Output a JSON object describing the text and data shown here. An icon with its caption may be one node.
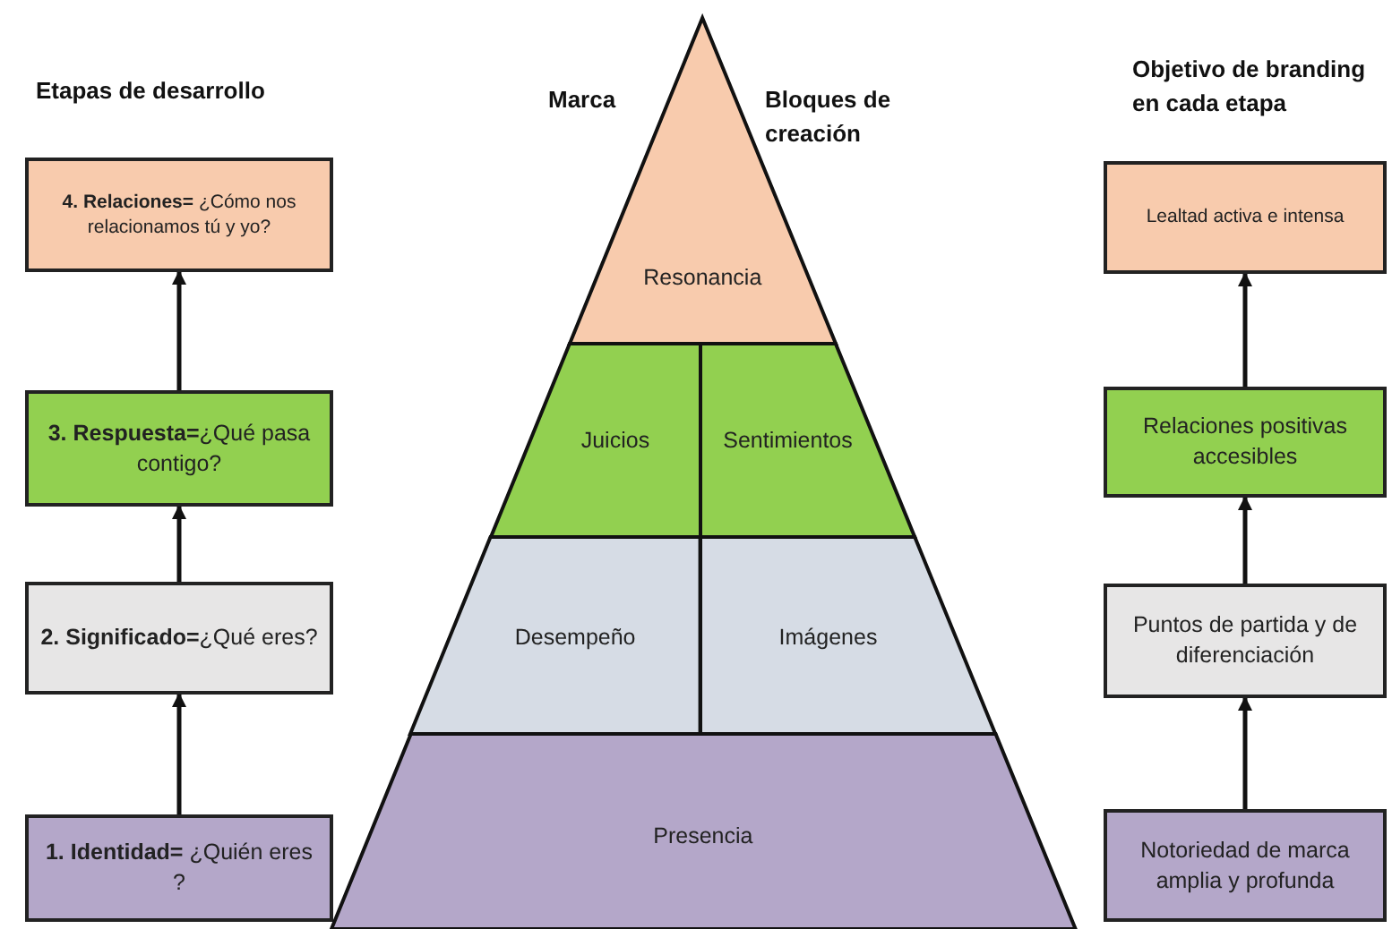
{
  "diagram": {
    "nodes": [
      {
        "text": [
          "**4. Relaciones=** ¿Cómo nos relacionamos tú y yo?"
        ]
      },
      {
        "text": [
          "**3. Respuesta=**¿Qué pasa contigo?"
        ]
      },
      {
        "text": [
          "**2. Significado=**¿Qué eres?"
        ]
      },
      {
        "text": [
          "**1. Identidad=** ¿Quién eres ?"
        ]
      },
      {
        "text": [
          "Resonancia"
        ]
      },
      {
        "text": [
          "Juicios"
        ]
      },
      {
        "text": [
          "Sentimientos"
        ]
      },
      {
        "text": [
          "Desempeño"
        ]
      },
      {
        "text": [
          "Imágenes"
        ]
      },
      {
        "text": [
          "Presencia"
        ]
      },
      {
        "text": [
          "Lealtad activa e intensa"
        ]
      },
      {
        "text": [
          "Relaciones positivas accesibles"
        ]
      },
      {
        "text": [
          "Puntos de partida y de diferenciación"
        ]
      },
      {
        "text": [
          "Notoriedad de marca amplia y profunda"
        ]
      }
    ],
    "edges": [
      {
        "from": 3,
        "to": 2,
        "arrow": "to"
      },
      {
        "from": 2,
        "to": 1,
        "arrow": "to"
      },
      {
        "from": 1,
        "to": 0,
        "arrow": "to"
      },
      {
        "from": 13,
        "to": 12,
        "arrow": "to"
      },
      {
        "from": 12,
        "to": 11,
        "arrow": "to"
      },
      {
        "from": 11,
        "to": 10,
        "arrow": "to"
      }
    ],
    "labels": [
      "Etapas de desarrollo",
      "Marca",
      "Bloques de creación",
      "Objetivo de branding en cada etapa"
    ]
  }
}
